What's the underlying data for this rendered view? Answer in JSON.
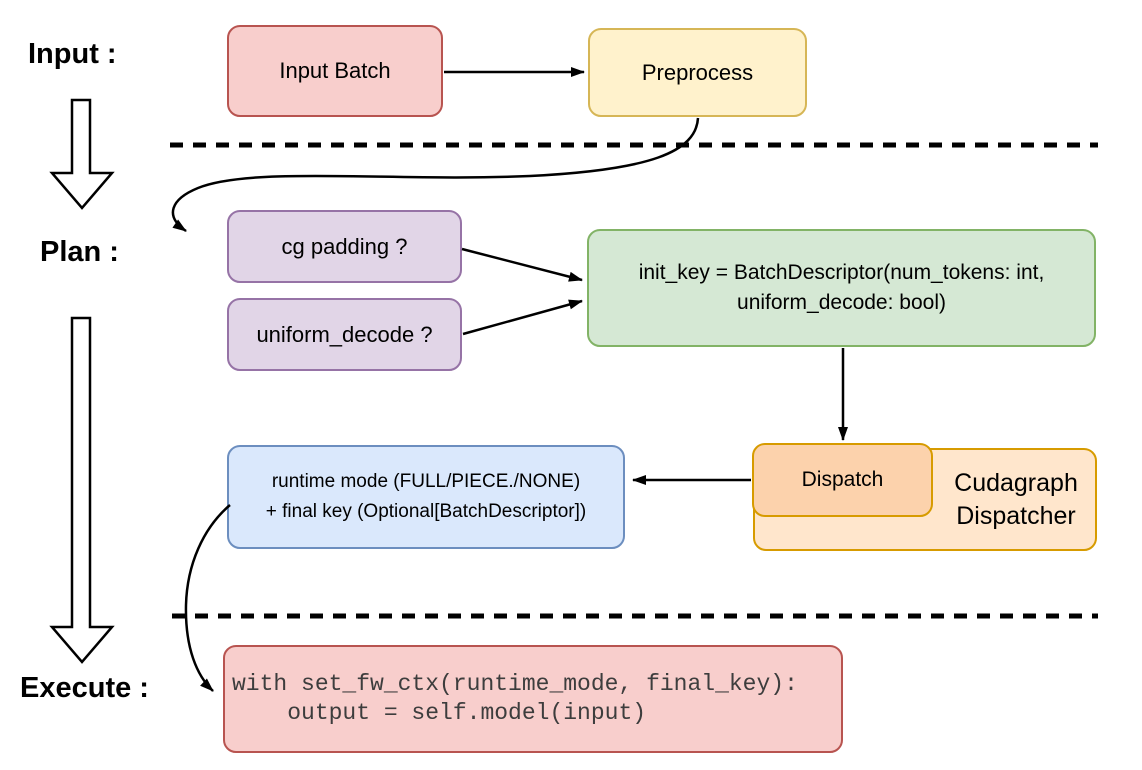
{
  "labels": {
    "input": "Input :",
    "plan": "Plan :",
    "execute": "Execute :"
  },
  "nodes": {
    "input_batch": {
      "label": "Input Batch",
      "fill": "#F8CECC",
      "border": "#B85450"
    },
    "preprocess": {
      "label": "Preprocess",
      "fill": "#FFF2CC",
      "border": "#D6B656"
    },
    "cg_padding": {
      "label": "cg padding ?",
      "fill": "#E1D5E7",
      "border": "#9673A6"
    },
    "uniform_decode": {
      "label": "uniform_decode ?",
      "fill": "#E1D5E7",
      "border": "#9673A6"
    },
    "init_key": {
      "line1": "init_key = BatchDescriptor(num_tokens: int,",
      "line2": "uniform_decode: bool)",
      "fill": "#D5E8D4",
      "border": "#82B366"
    },
    "dispatch": {
      "label": "Dispatch",
      "fill": "#FCD2AC",
      "border": "#D79B00"
    },
    "cudagraph_dispatcher": {
      "label": "Cudagraph Dispatcher",
      "fill": "#FFE6CC",
      "border": "#D79B00"
    },
    "runtime_final_key": {
      "line1": "runtime mode (FULL/PIECE./NONE)",
      "line2": "+ final key (Optional[BatchDescriptor])",
      "fill": "#DAE8FC",
      "border": "#6C8EBF"
    },
    "execute_code": {
      "line1": "with set_fw_ctx(runtime_mode, final_key):",
      "line2": "    output = self.model(input)",
      "fill": "#F8CECC",
      "border": "#B85450",
      "text_color": "#3d3d3d"
    }
  },
  "connector_color": "#000000",
  "separator_color": "#000000"
}
